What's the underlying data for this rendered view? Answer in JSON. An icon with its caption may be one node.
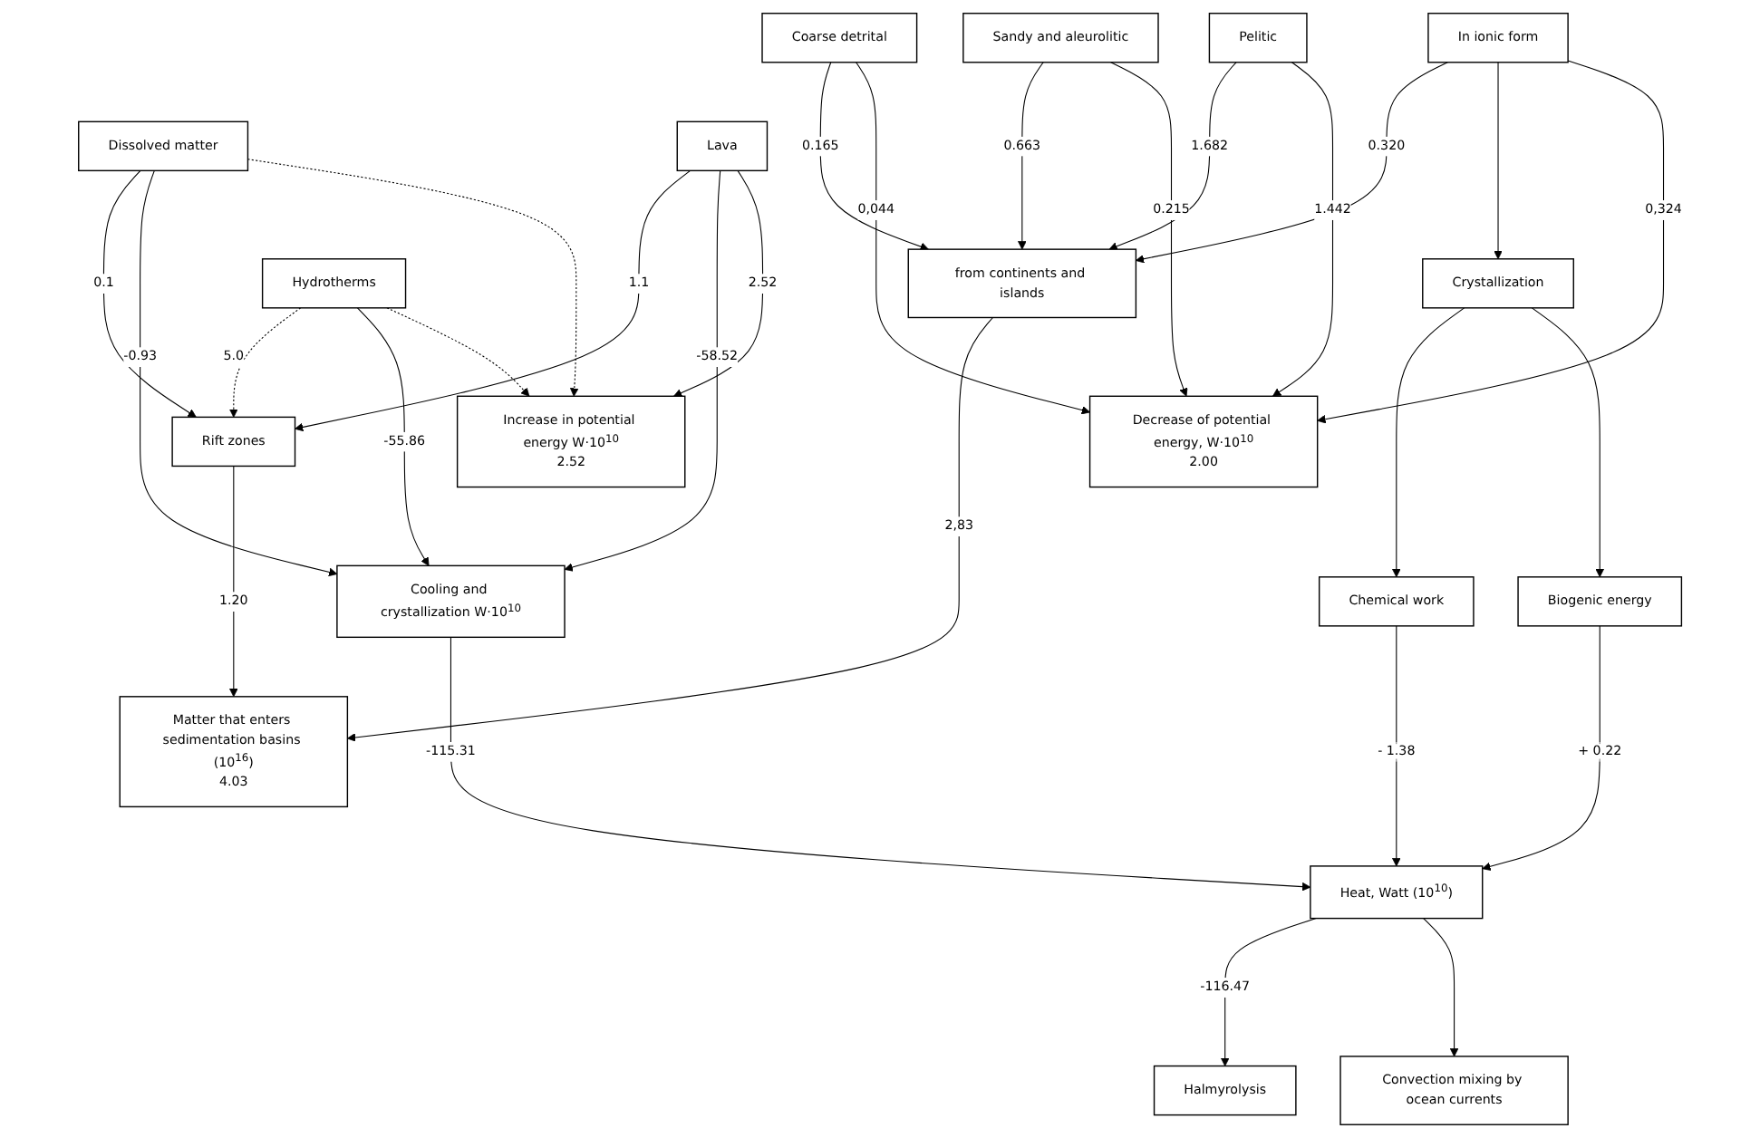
{
  "diagram": {
    "nodes": [
      {
        "text": [
          "Matter that enters sedimentation basins (10$^{16}$)",
          "4.03"
        ]
      },
      {
        "text": [
          "from continents and islands"
        ]
      },
      {
        "text": [
          "Coarse detrital"
        ]
      },
      {
        "text": [
          "Sandy and aleurolitic"
        ]
      },
      {
        "text": [
          "Pelitic"
        ]
      },
      {
        "text": [
          "In ionic form"
        ]
      },
      {
        "text": [
          "Crystallization"
        ]
      },
      {
        "text": [
          "Chemical work"
        ]
      },
      {
        "text": [
          "Biogenic energy"
        ]
      },
      {
        "text": [
          "Heat, Watt (10$^{10}$)"
        ]
      },
      {
        "text": [
          "Cooling and crystallization W·10$^{10}$"
        ]
      },
      {
        "text": [
          "Rift zones"
        ]
      },
      {
        "text": [
          "Hydrotherms"
        ]
      },
      {
        "text": [
          "Dissolved matter"
        ]
      },
      {
        "text": [
          "Lava"
        ]
      },
      {
        "text": [
          "Decrease of potential energy, W·10$^{10}$",
          "2.00"
        ]
      },
      {
        "text": [
          "Increase in potential energy W·10$^{10}$",
          "2.52"
        ]
      },
      {
        "text": [
          "Halmyrolysis"
        ]
      },
      {
        "text": [
          "Convection mixing by ocean currents"
        ]
      }
    ],
    "edges": [
      {
        "from": 1,
        "to": 0,
        "arrow": "to",
        "label": "2,83"
      },
      {
        "from": 11,
        "to": 0,
        "arrow": "to",
        "label": "1.20"
      },
      {
        "from": 2,
        "to": 1,
        "arrow": "to",
        "label": "0.165"
      },
      {
        "from": 3,
        "to": 1,
        "arrow": "to",
        "label": "0.663"
      },
      {
        "from": 4,
        "to": 1,
        "arrow": "to",
        "label": "1.682"
      },
      {
        "from": 5,
        "to": 1,
        "arrow": "to",
        "label": "0.320"
      },
      {
        "from": 12,
        "to": 11,
        "arrow": "to",
        "label": "5.0",
        "style": "dashed"
      },
      {
        "from": 13,
        "to": 11,
        "arrow": "to",
        "label": "0.1"
      },
      {
        "from": 14,
        "to": 11,
        "arrow": "to",
        "label": "1.1"
      },
      {
        "from": 5,
        "to": 6,
        "arrow": "to"
      },
      {
        "from": 6,
        "to": 7,
        "arrow": "to"
      },
      {
        "from": 6,
        "to": 8,
        "arrow": "to"
      },
      {
        "from": 7,
        "to": 9,
        "arrow": "to",
        "label": "- 1.38"
      },
      {
        "from": 8,
        "to": 9,
        "arrow": "to",
        "label": "+ 0.22"
      },
      {
        "from": 10,
        "to": 9,
        "arrow": "to",
        "label": "-115.31"
      },
      {
        "from": 12,
        "to": 10,
        "arrow": "to",
        "label": "-55.86"
      },
      {
        "from": 13,
        "to": 10,
        "arrow": "to",
        "label": "-0.93"
      },
      {
        "from": 14,
        "to": 10,
        "arrow": "to",
        "label": "-58.52"
      },
      {
        "from": 2,
        "to": 15,
        "arrow": "to",
        "label": "0,044"
      },
      {
        "from": 3,
        "to": 15,
        "arrow": "to",
        "label": "0.215"
      },
      {
        "from": 4,
        "to": 15,
        "arrow": "to",
        "label": "1.442"
      },
      {
        "from": 5,
        "to": 15,
        "arrow": "to",
        "label": "0,324"
      },
      {
        "from": 12,
        "to": 16,
        "arrow": "to",
        "style": "dashed"
      },
      {
        "from": 13,
        "to": 16,
        "arrow": "to",
        "style": "dashed"
      },
      {
        "from": 14,
        "to": 16,
        "arrow": "to",
        "label": "2.52"
      },
      {
        "from": 9,
        "to": 17,
        "arrow": "to",
        "label": "-116.47"
      },
      {
        "from": 9,
        "to": 18,
        "arrow": "to"
      }
    ]
  }
}
